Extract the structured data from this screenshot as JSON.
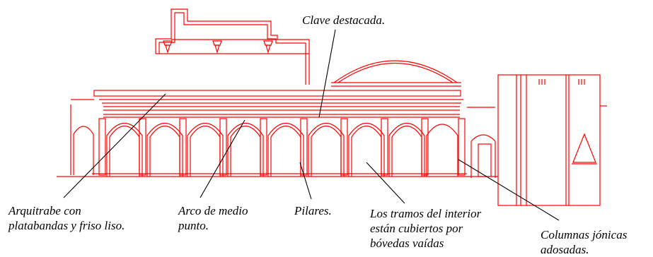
{
  "figure": {
    "line_color": "#ff0000",
    "leader_color": "#000000",
    "background": "#ffffff"
  },
  "labels": {
    "clave": {
      "lines": [
        "Clave destacada."
      ]
    },
    "arquitrabe": {
      "lines": [
        "Arquitrabe con",
        "platabandas y friso liso."
      ]
    },
    "arco": {
      "lines": [
        "Arco de medio",
        "punto."
      ]
    },
    "pilares": {
      "lines": [
        "Pilares."
      ]
    },
    "tramos": {
      "lines": [
        "Los tramos del interior",
        "están cubiertos por",
        "bóvedas vaídas"
      ]
    },
    "columnas": {
      "lines": [
        "Columnas jónicas",
        "adosadas."
      ]
    }
  }
}
